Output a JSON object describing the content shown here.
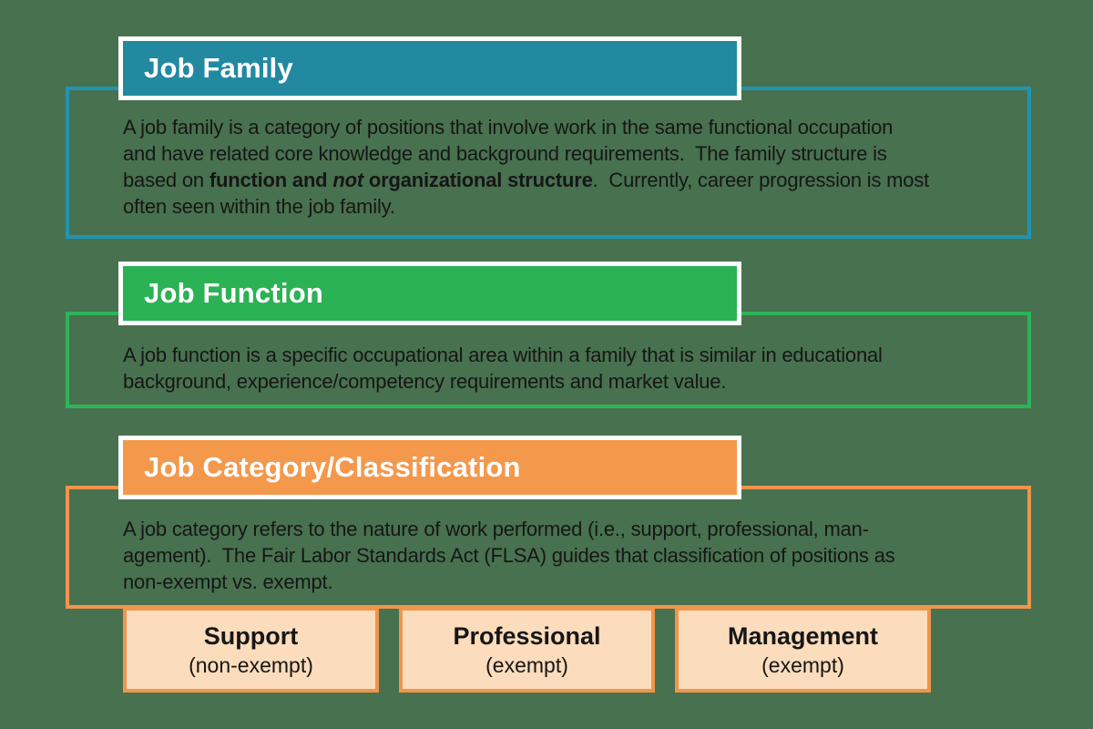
{
  "page": {
    "background_color": "#48714F",
    "text_color": "#161616",
    "header_text_color": "#FFFFFF",
    "header_border_color": "#FFFFFF"
  },
  "sections": [
    {
      "title": "Job Family",
      "header_bg": "#2289A1",
      "box_border": "#2094B4",
      "body": {
        "line1": "A job family is a category of positions that involve work in the same functional occupation",
        "line2": "and have related core knowledge and background requirements.  The family structure is",
        "line3_normal1": "based on ",
        "line3_bold1": "function and ",
        "line3_bold_italic": "not",
        "line3_bold2": " organizational structure",
        "line3_normal2": ".  Currently, career progression is most",
        "line4": "often seen within the job family."
      }
    },
    {
      "title": "Job Function",
      "header_bg": "#2BB254",
      "box_border": "#2DB45A",
      "body": {
        "line1": "A job function is a specific occupational area within a family that is similar in educational",
        "line2": "background, experience/competency requirements and market value."
      }
    },
    {
      "title": "Job Category/Classification",
      "header_bg": "#F4984C",
      "box_border": "#F0954C",
      "body": {
        "line1": "A job category refers to the nature of work performed (i.e., support, professional, man-",
        "line2": "agement).  The Fair Labor Standards Act (FLSA) guides that classification of positions as",
        "line3": "non-exempt vs. exempt."
      },
      "categories": [
        {
          "name": "Support",
          "status": "(non-exempt)",
          "fill": "#FBDCBC",
          "border": "#F0954C"
        },
        {
          "name": "Professional",
          "status": "(exempt)",
          "fill": "#FBDCBC",
          "border": "#F0954C"
        },
        {
          "name": "Management",
          "status": "(exempt)",
          "fill": "#FBDCBC",
          "border": "#F0954C"
        }
      ]
    }
  ]
}
